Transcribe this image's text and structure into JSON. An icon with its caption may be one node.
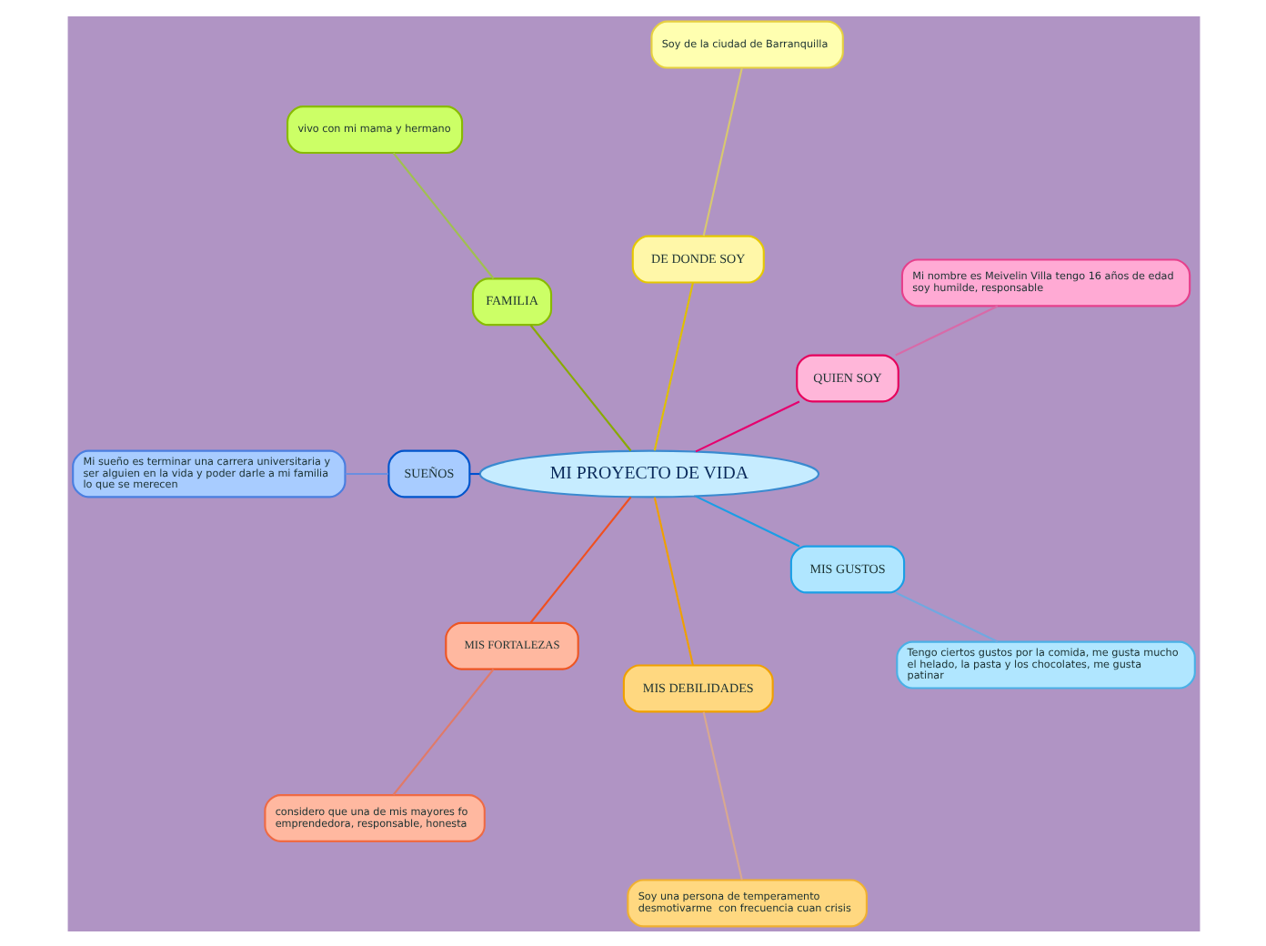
{
  "diagram": {
    "nodes": [
      {
        "text": [
          "MI PROYECTO DE VIDA"
        ]
      },
      {
        "text": [
          "QUIEN SOY"
        ]
      },
      {
        "text": [
          "Mi nombre es Meivelin Villa tengo 16 años de edad soy humilde, responsable"
        ]
      },
      {
        "text": [
          "DE DONDE SOY"
        ]
      },
      {
        "text": [
          "Soy de la ciudad de Barranquilla"
        ]
      },
      {
        "text": [
          "FAMILIA"
        ]
      },
      {
        "text": [
          "vivo con mi mama y hermano"
        ]
      },
      {
        "text": [
          "SUEÑOS"
        ]
      },
      {
        "text": [
          "Mi sueño es terminar una carrera universitaria y ser alguien en la vida y poder darle a mi familia lo que se merecen"
        ]
      },
      {
        "text": [
          "MIS FORTALEZAS"
        ]
      },
      {
        "text": [
          "considero que una de mis mayores fo emprendedora, responsable, honesta"
        ]
      },
      {
        "text": [
          "MIS DEBILIDADES"
        ]
      },
      {
        "text": [
          "Soy una persona de temperamento desmotivarme  con frecuencia cuan crisis"
        ]
      },
      {
        "text": [
          "MIS GUSTOS"
        ]
      },
      {
        "text": [
          "Tengo ciertos gustos por la comida, me gusta mucho el helado, la pasta y los chocolates, me gusta patinar"
        ]
      }
    ],
    "edges": [
      {
        "from": 0,
        "to": 1,
        "arrow": "none",
        "color": "#e6006e"
      },
      {
        "from": 1,
        "to": 2,
        "arrow": "none",
        "color": "#d86aa8"
      },
      {
        "from": 0,
        "to": 3,
        "arrow": "none",
        "color": "#e0c000"
      },
      {
        "from": 3,
        "to": 4,
        "arrow": "none",
        "color": "#d8c870"
      },
      {
        "from": 0,
        "to": 5,
        "arrow": "none",
        "color": "#88aa00"
      },
      {
        "from": 5,
        "to": 6,
        "arrow": "none",
        "color": "#a0c050"
      },
      {
        "from": 0,
        "to": 7,
        "arrow": "none",
        "color": "#0050d0"
      },
      {
        "from": 7,
        "to": 8,
        "arrow": "none",
        "color": "#6a8ee0"
      },
      {
        "from": 0,
        "to": 9,
        "arrow": "none",
        "color": "#f05020"
      },
      {
        "from": 9,
        "to": 10,
        "arrow": "none",
        "color": "#e07a68"
      },
      {
        "from": 0,
        "to": 11,
        "arrow": "none",
        "color": "#f0a000"
      },
      {
        "from": 11,
        "to": 12,
        "arrow": "none",
        "color": "#d8a890"
      },
      {
        "from": 0,
        "to": 13,
        "arrow": "none",
        "color": "#1a9ee6"
      },
      {
        "from": 13,
        "to": 14,
        "arrow": "none",
        "color": "#70a8e0"
      }
    ]
  }
}
